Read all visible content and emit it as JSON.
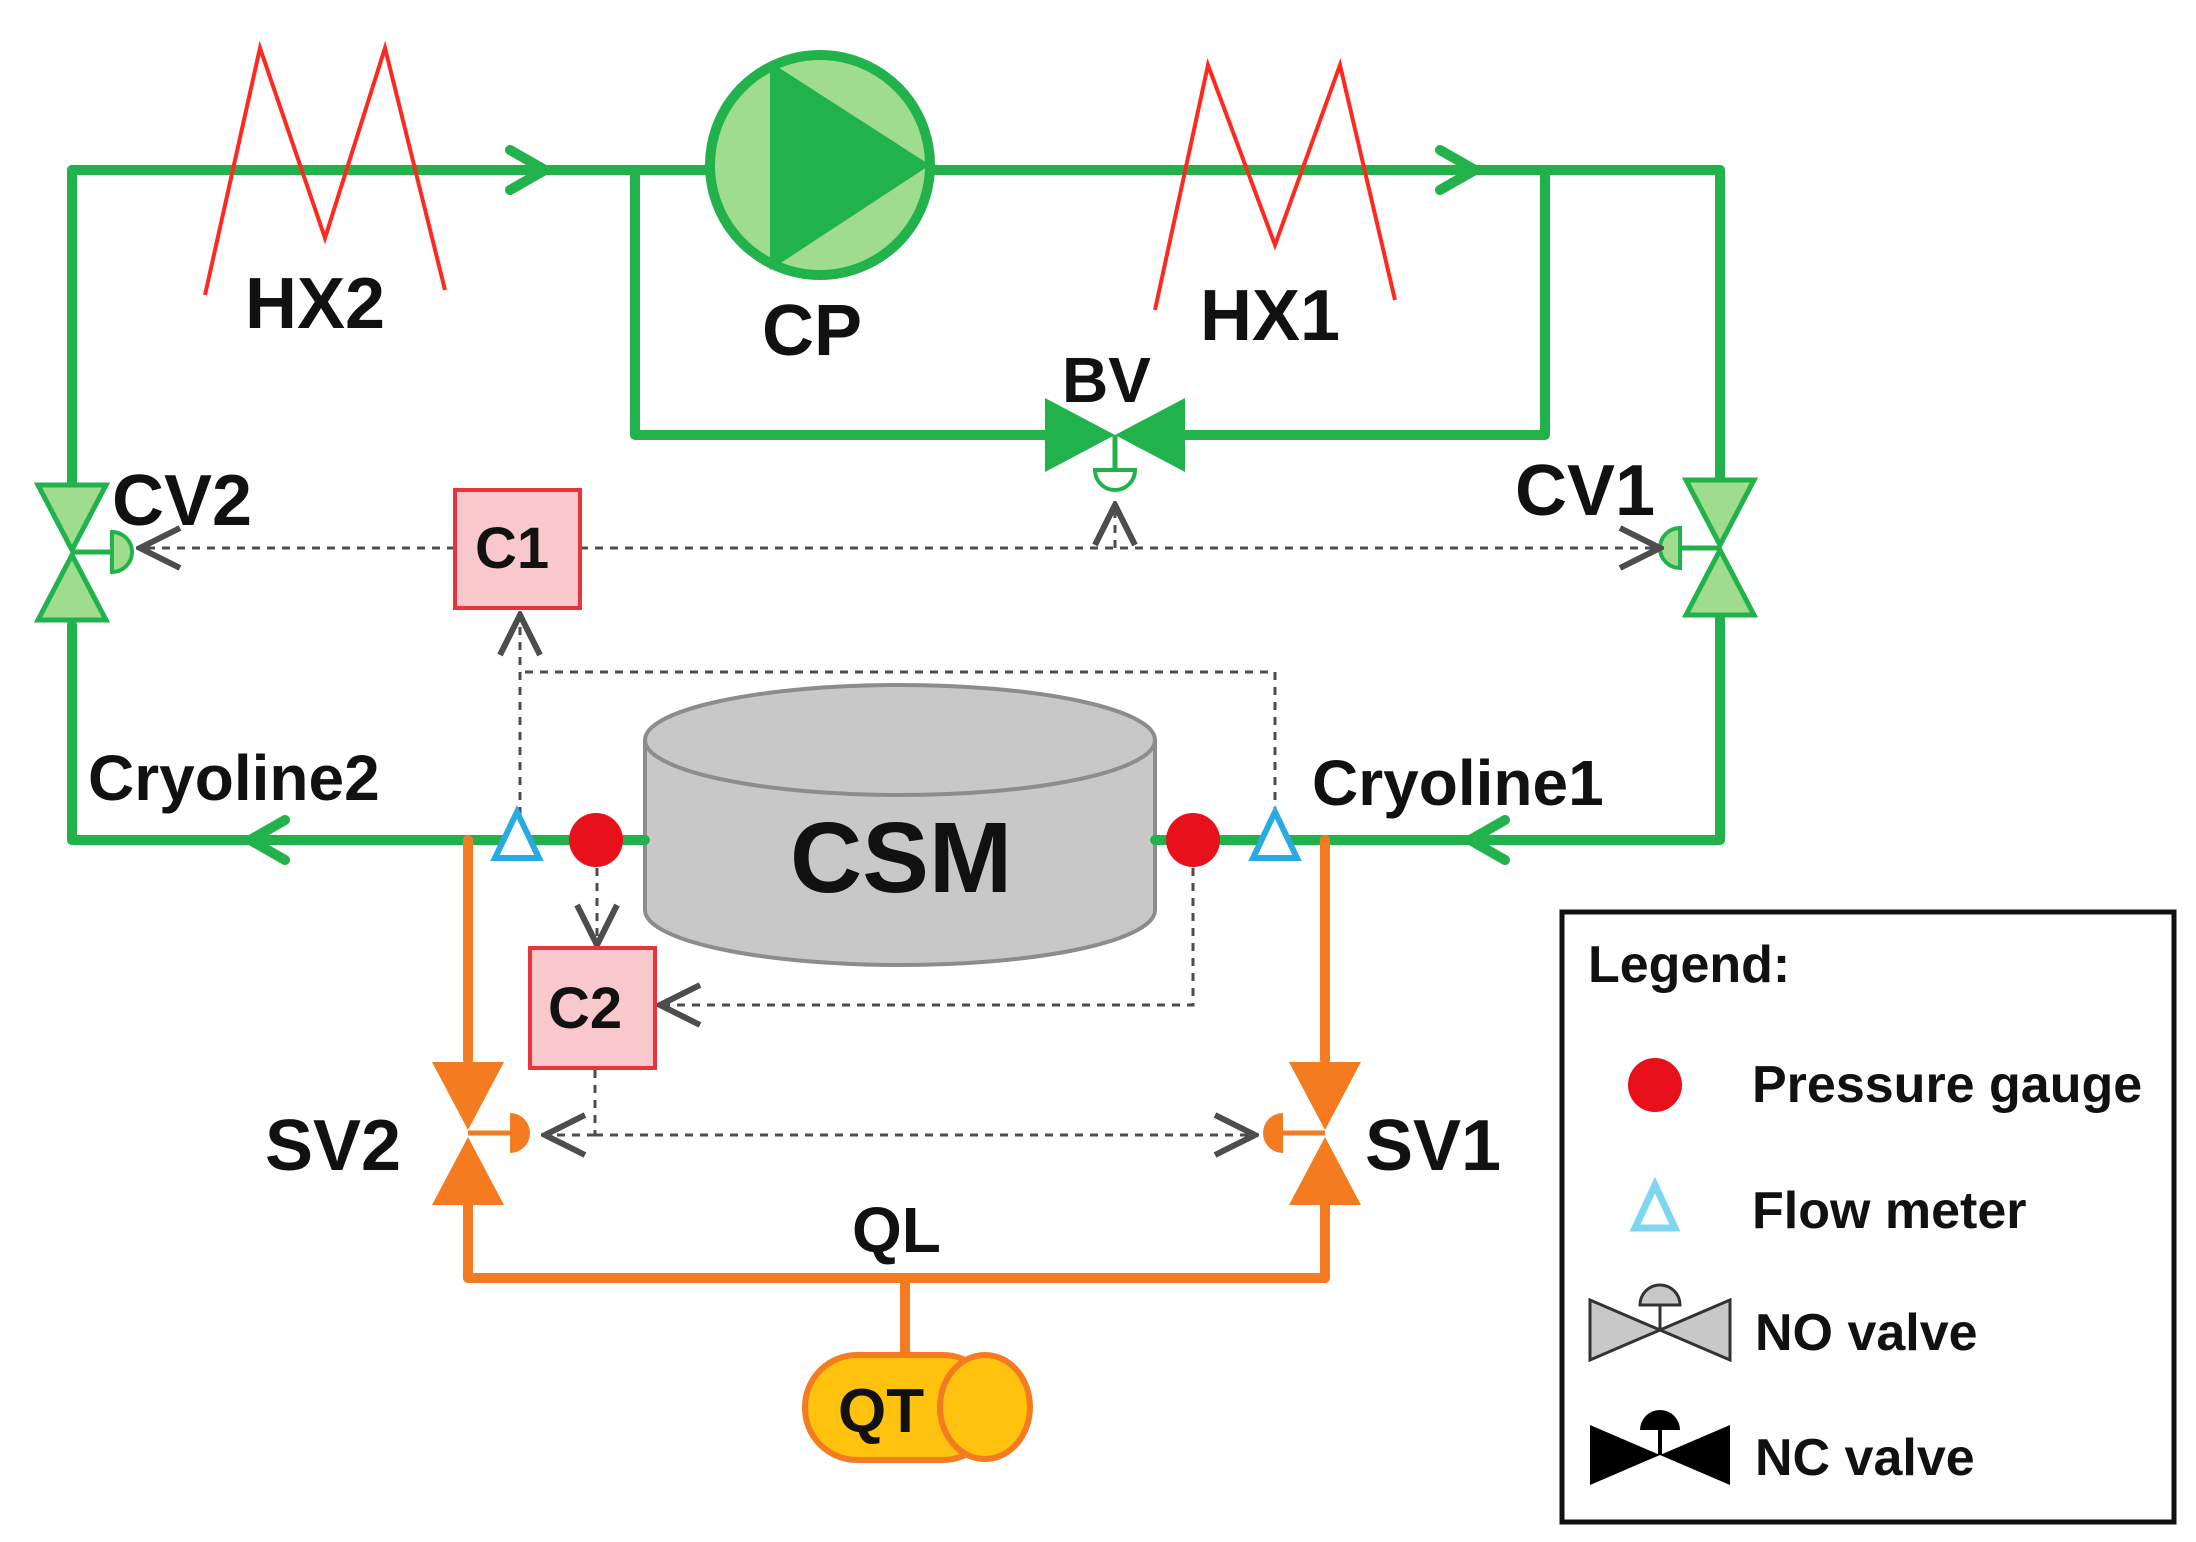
{
  "components": {
    "hx2": "HX2",
    "hx1": "HX1",
    "cp": "CP",
    "bv": "BV",
    "cv1": "CV1",
    "cv2": "CV2",
    "c1": "C1",
    "c2": "C2",
    "cryoline1": "Cryoline1",
    "cryoline2": "Cryoline2",
    "csm": "CSM",
    "sv1": "SV1",
    "sv2": "SV2",
    "ql": "QL",
    "qt": "QT"
  },
  "legend": {
    "title": "Legend:",
    "items": [
      {
        "label": "Pressure gauge",
        "symbol": "red-dot-icon"
      },
      {
        "label": "Flow meter",
        "symbol": "cyan-triangle-icon"
      },
      {
        "label": "NO valve",
        "symbol": "no-valve-icon"
      },
      {
        "label": "NC valve",
        "symbol": "nc-valve-icon"
      }
    ]
  },
  "colors": {
    "main_loop": "#21b24b",
    "main_loop_fill": "#9fdc8e",
    "quench_line": "#f47b20",
    "quench_tank": "#ffc20e",
    "heat_exchanger": "#ff2a1f",
    "controller_fill": "#f8c8cc",
    "controller_border": "#e8353c",
    "pressure_gauge": "#e8101a",
    "flow_meter": "#29abe2",
    "csm_fill": "#c8c8c8"
  }
}
